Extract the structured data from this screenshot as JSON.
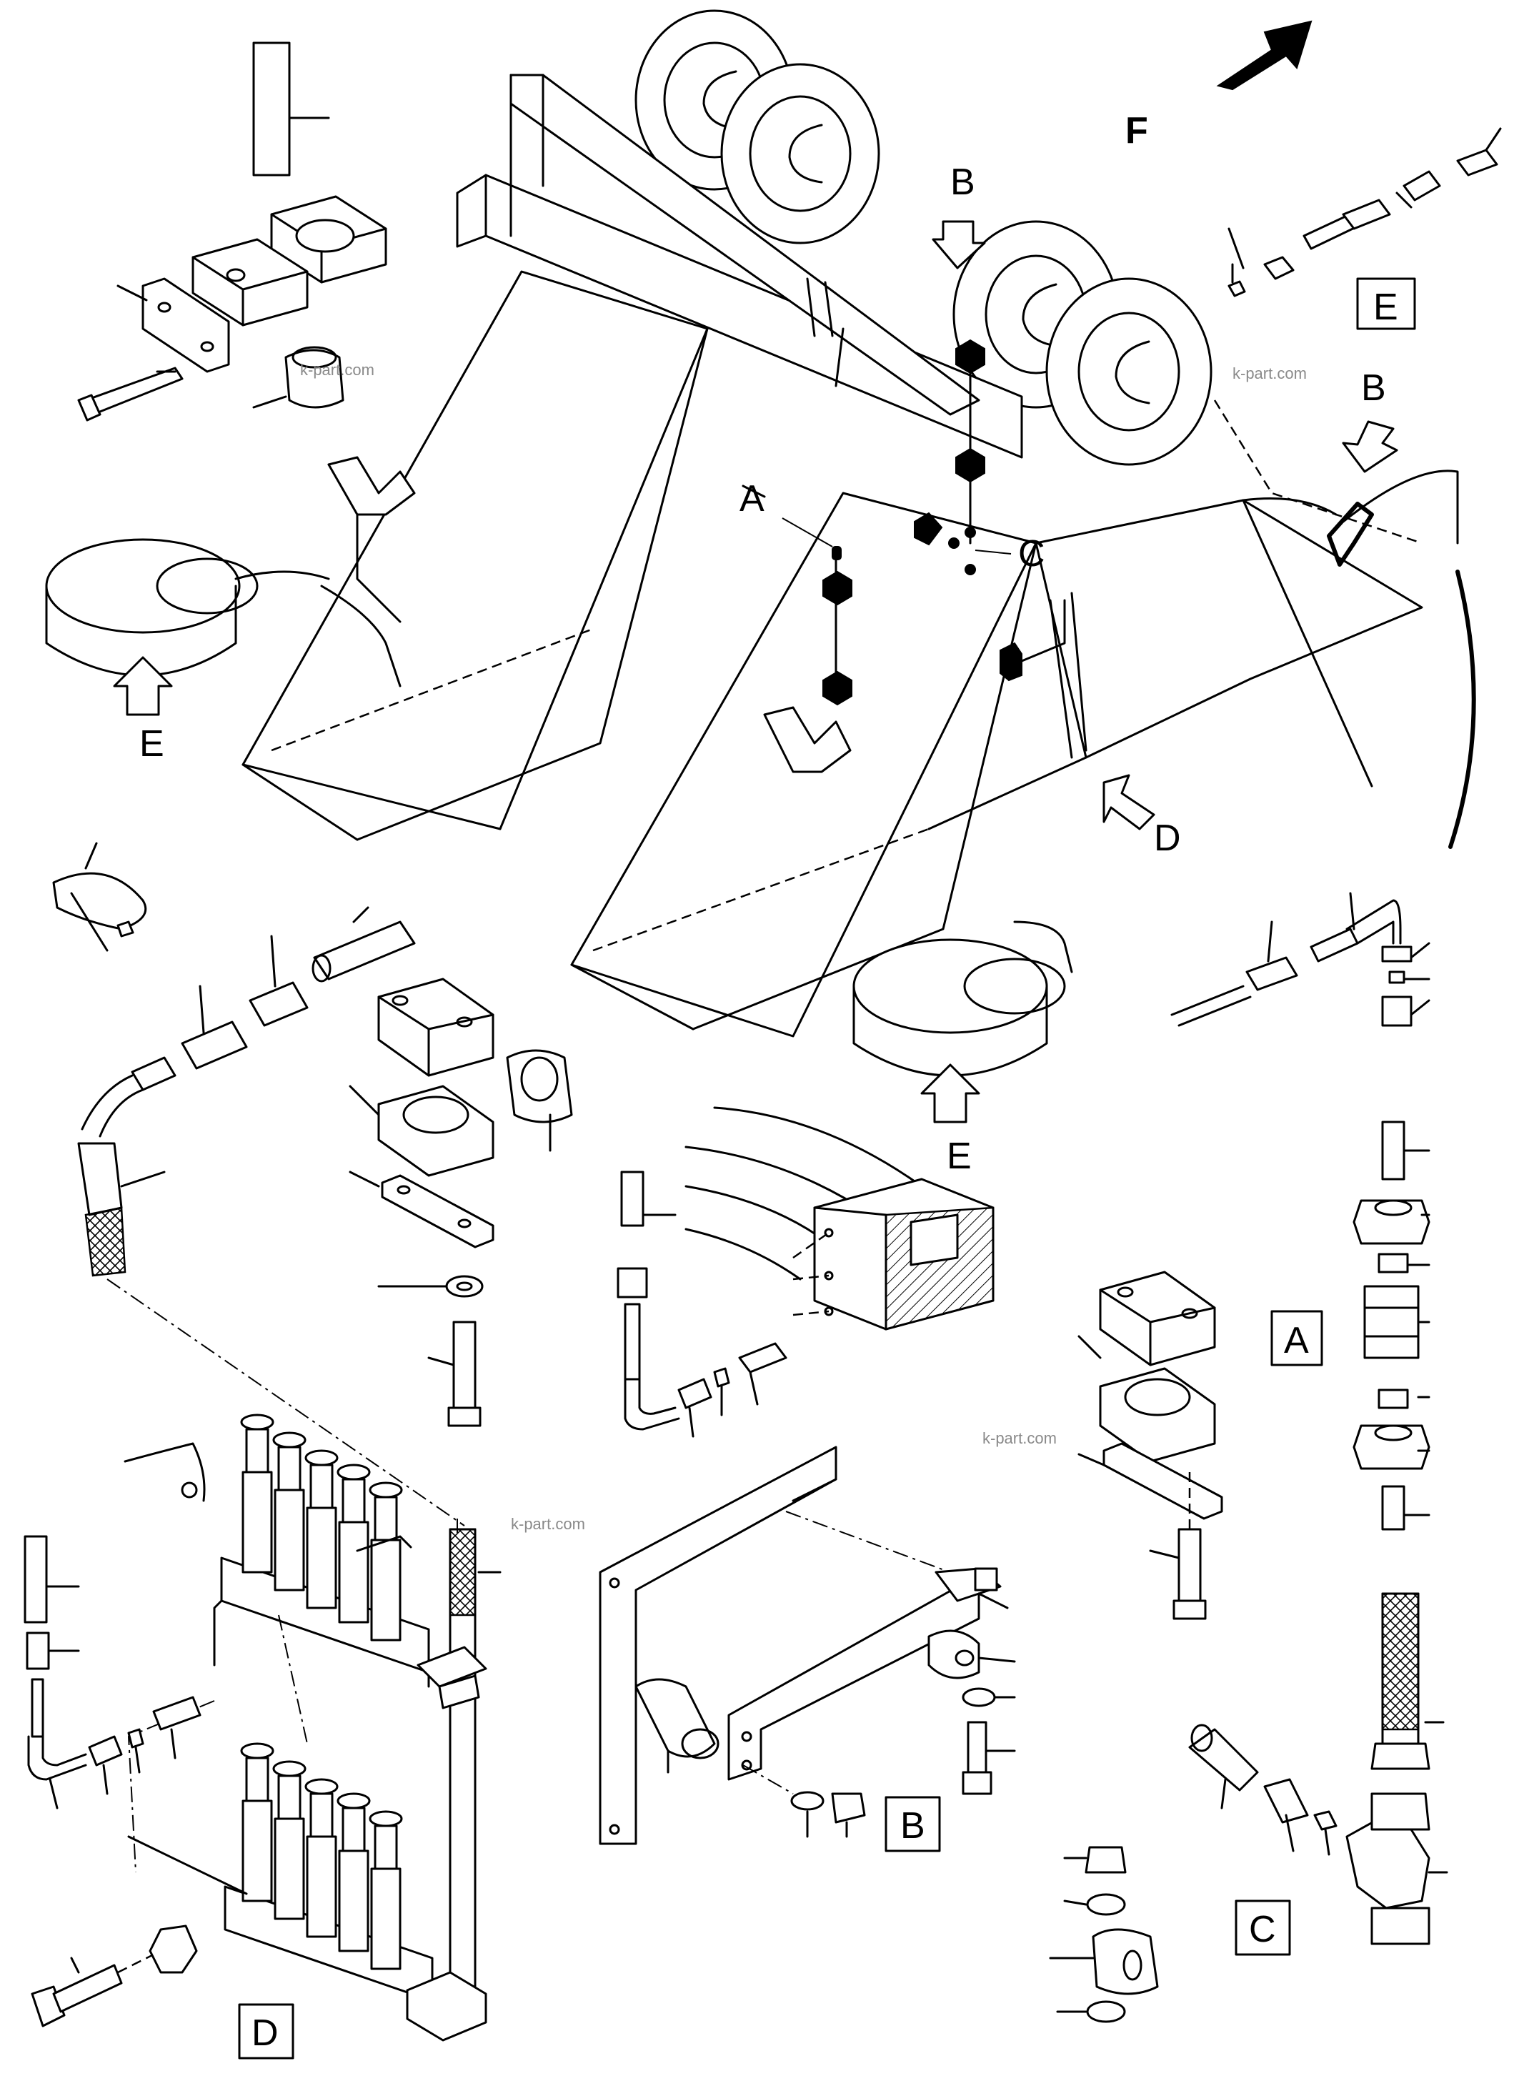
{
  "diagram": {
    "logo_letter": "F",
    "callouts": {
      "A": "A",
      "B": "B",
      "C": "C",
      "D": "D",
      "E": "E"
    },
    "detail_boxes": {
      "A": "A",
      "B": "B",
      "C": "C",
      "D": "D",
      "E": "E"
    },
    "watermark": "k-part.com"
  }
}
